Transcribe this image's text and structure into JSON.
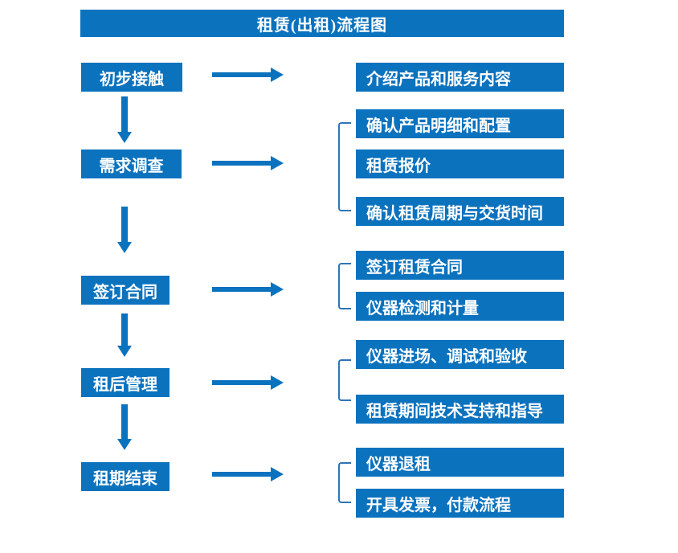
{
  "title": "租赁(出租)流程图",
  "colors": {
    "primary": "#0B72BE",
    "bracket": "#2E75B6",
    "text_on_primary": "#FFFFFF",
    "background": "#FFFFFF"
  },
  "steps": [
    {
      "label": "初步接触",
      "outputs": [
        "介绍产品和服务内容"
      ]
    },
    {
      "label": "需求调查",
      "outputs": [
        "确认产品明细和配置",
        "租赁报价",
        "确认租赁周期与交货时间"
      ]
    },
    {
      "label": "签订合同",
      "outputs": [
        "签订租赁合同",
        "仪器检测和计量"
      ]
    },
    {
      "label": "租后管理",
      "outputs": [
        "仪器进场、调试和验收",
        "租赁期间技术支持和指导"
      ]
    },
    {
      "label": "租期结束",
      "outputs": [
        "仪器退租",
        "开具发票，付款流程"
      ]
    }
  ]
}
